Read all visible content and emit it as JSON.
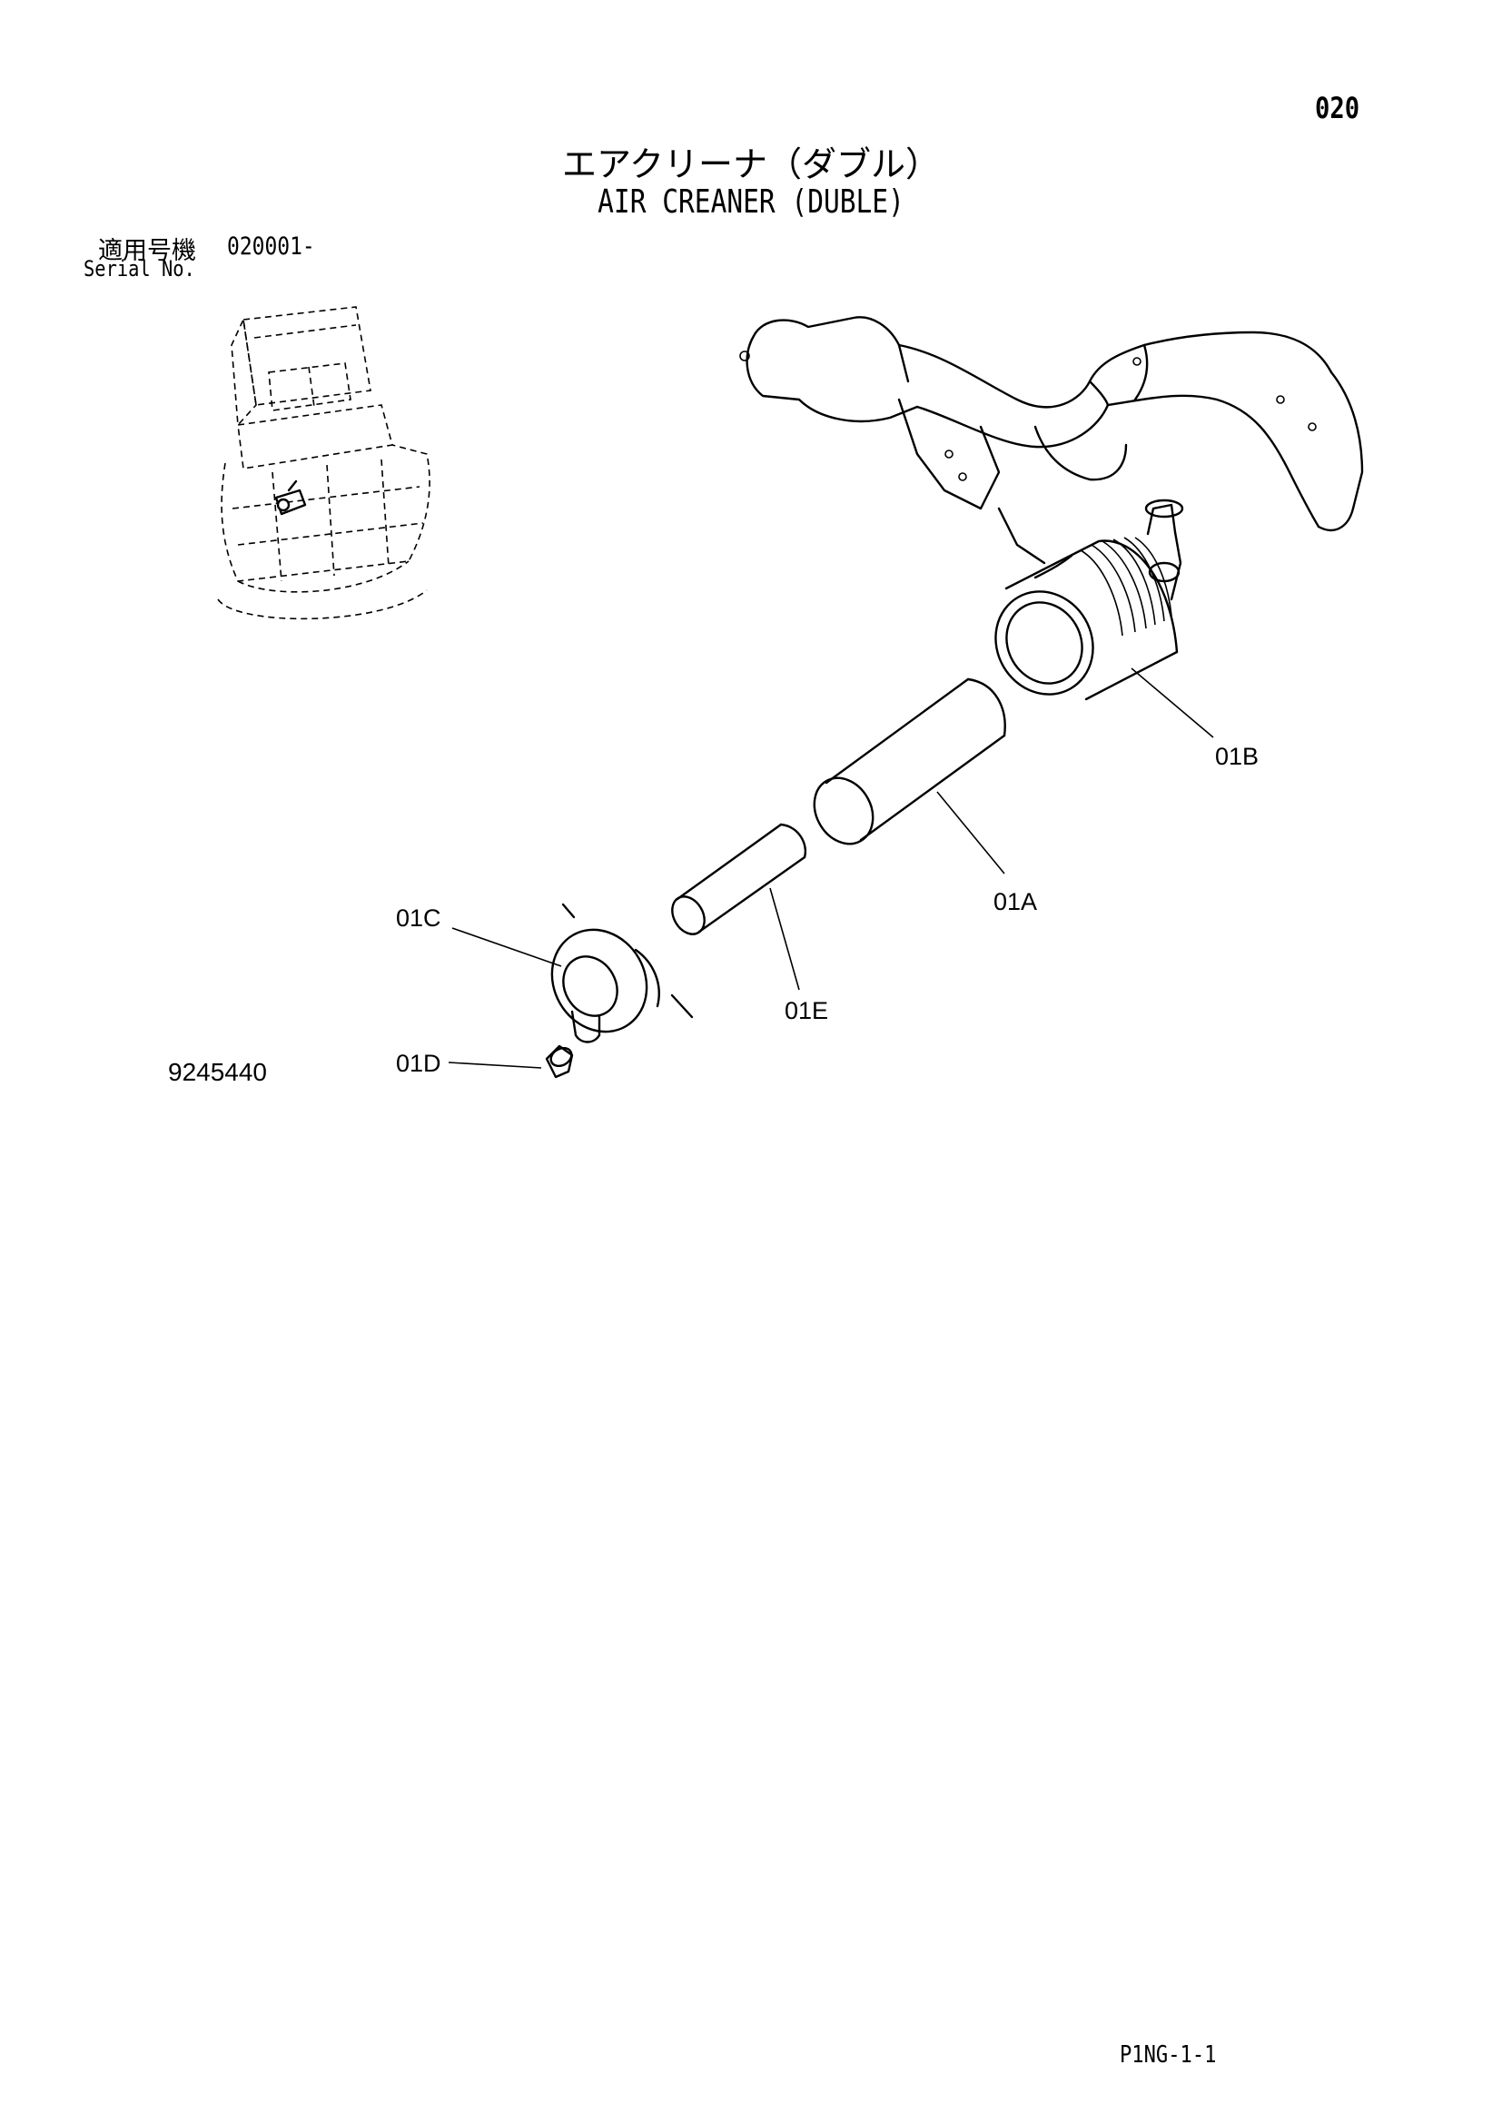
{
  "header": {
    "page_number": "020",
    "title_jp": "エアクリーナ（ダブル）",
    "title_en": "AIR CREANER (DUBLE)"
  },
  "serial": {
    "label_jp": "適用号機",
    "value": "020001-",
    "label_en": "Serial No."
  },
  "callouts": {
    "a": "01A",
    "b": "01B",
    "c": "01C",
    "d": "01D",
    "e": "01E"
  },
  "drawing_number": "9245440",
  "footer": {
    "page_ref": "P1NG-1-1"
  }
}
